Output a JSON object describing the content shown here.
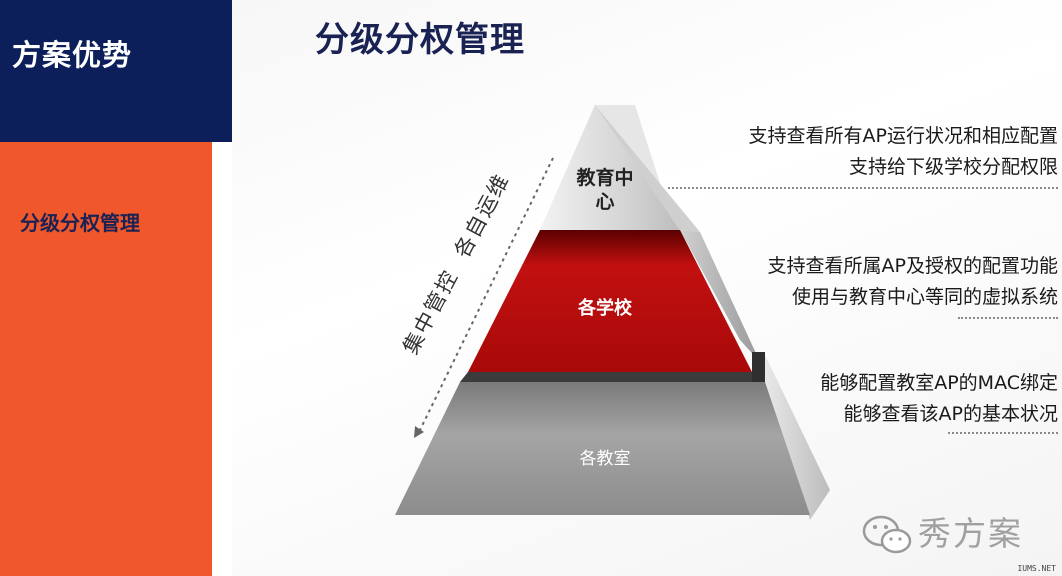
{
  "sidebar": {
    "title": "方案优势",
    "item": "分级分权管理",
    "colors": {
      "top": "#0d1f5a",
      "bottom": "#f0572b"
    }
  },
  "page": {
    "title": "分级分权管理"
  },
  "pyramid": {
    "top_label": "教育中心",
    "middle_label": "各学校",
    "bottom_label": "各教室",
    "side_text": "集中管控  各自运维",
    "colors": {
      "top": "#d8d8d8",
      "middle": "#b50d0d",
      "bottom": "#9a9a9a"
    }
  },
  "descriptions": [
    {
      "line1": "支持查看所有AP运行状况和相应配置",
      "line2": "支持给下级学校分配权限"
    },
    {
      "line1": "支持查看所属AP及授权的配置功能",
      "line2": "使用与教育中心等同的虚拟系统"
    },
    {
      "line1": "能够配置教室AP的MAC绑定",
      "line2": "能够查看该AP的基本状况"
    }
  ],
  "watermark": {
    "text": "秀方案",
    "icon": "wechat-icon",
    "site": "IUMS.NET"
  }
}
